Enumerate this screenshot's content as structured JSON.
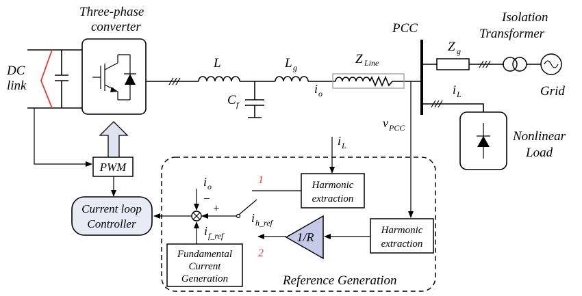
{
  "labels": {
    "dc_link_line1": "DC",
    "dc_link_line2": "link",
    "converter_line1": "Three-phase",
    "converter_line2": "converter",
    "pwm": "PWM",
    "controller_line1": "Current loop",
    "controller_line2": "Controller",
    "inductor_l": "L",
    "inductor_lg": "L",
    "inductor_lg_sub": "g",
    "cap_cf": "C",
    "cap_cf_sub": "f",
    "zline": "Z",
    "zline_sub": "Line",
    "current_io": "i",
    "current_io_sub": "o",
    "pcc": "PCC",
    "zg": "Z",
    "zg_sub": "g",
    "isolation_line1": "Isolation",
    "isolation_line2": "Transformer",
    "grid": "Grid",
    "current_il": "i",
    "current_il_sub": "L",
    "vpcc": "v",
    "vpcc_sub": "PCC",
    "nonlinear_line1": "Nonlinear",
    "nonlinear_line2": "Load",
    "ref_il": "i",
    "ref_il_sub": "L",
    "harmonic1_line1": "Harmonic",
    "harmonic1_line2": "extraction",
    "harmonic2_line1": "Harmonic",
    "harmonic2_line2": "extraction",
    "sum_io": "i",
    "sum_io_sub": "o",
    "minus": "−",
    "plus": "+",
    "switch_pos1": "1",
    "switch_pos2": "2",
    "ih_ref": "i",
    "ih_ref_sub": "h_ref",
    "if_ref": "i",
    "if_ref_sub": "f_ref",
    "gain": "1/R",
    "fundamental_line1": "Fundamental",
    "fundamental_line2": "Current",
    "fundamental_line3": "Generation",
    "reference_generation": "Reference Generation"
  },
  "colors": {
    "dc_red": "#e53935",
    "switch_number": "#e53935",
    "controller_fill": "#e8eaf6",
    "arrow_fill": "#dfe3f0",
    "gain_fill": "#c5cae9",
    "zline_box": "#9e9e9e"
  }
}
